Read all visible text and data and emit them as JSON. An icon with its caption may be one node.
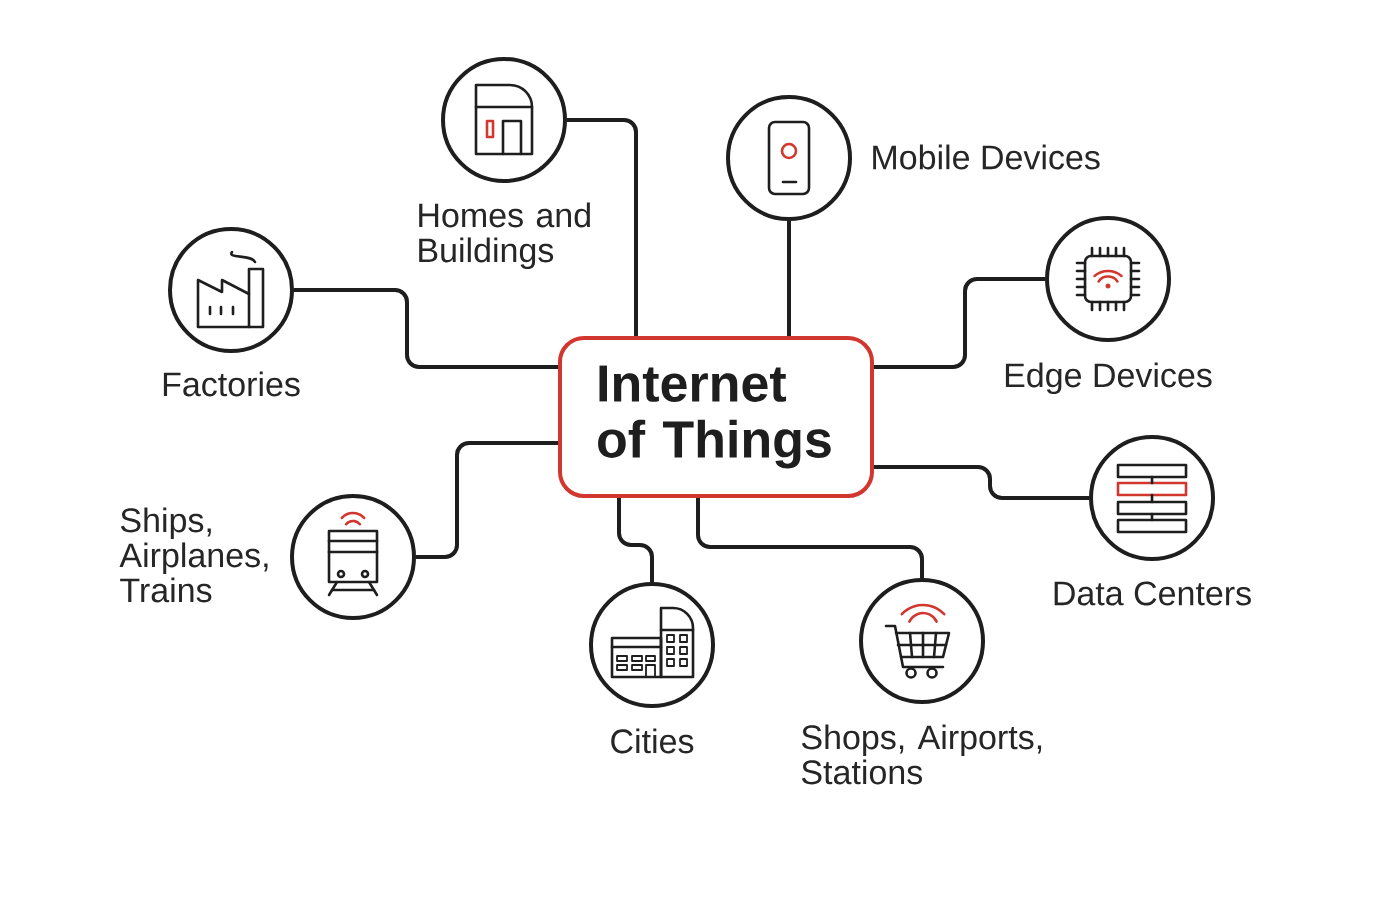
{
  "diagram": {
    "nodes": [
      {
        "text": [
          "Internet of Things"
        ]
      },
      {
        "text": [
          "Homes and Buildings"
        ]
      },
      {
        "text": [
          "Mobile Devices"
        ]
      },
      {
        "text": [
          "Factories"
        ]
      },
      {
        "text": [
          "Edge Devices"
        ]
      },
      {
        "text": [
          "Data Centers"
        ]
      },
      {
        "text": [
          "Ships, Airplanes, Trains"
        ]
      },
      {
        "text": [
          "Cities"
        ]
      },
      {
        "text": [
          "Shops, Airports, Stations"
        ]
      }
    ],
    "edges": [
      {
        "from": 0,
        "to": 1,
        "arrow": "none"
      },
      {
        "from": 0,
        "to": 2,
        "arrow": "none"
      },
      {
        "from": 0,
        "to": 3,
        "arrow": "none"
      },
      {
        "from": 0,
        "to": 4,
        "arrow": "none"
      },
      {
        "from": 0,
        "to": 5,
        "arrow": "none"
      },
      {
        "from": 0,
        "to": 6,
        "arrow": "none"
      },
      {
        "from": 0,
        "to": 7,
        "arrow": "none"
      },
      {
        "from": 0,
        "to": 8,
        "arrow": "none"
      }
    ]
  }
}
